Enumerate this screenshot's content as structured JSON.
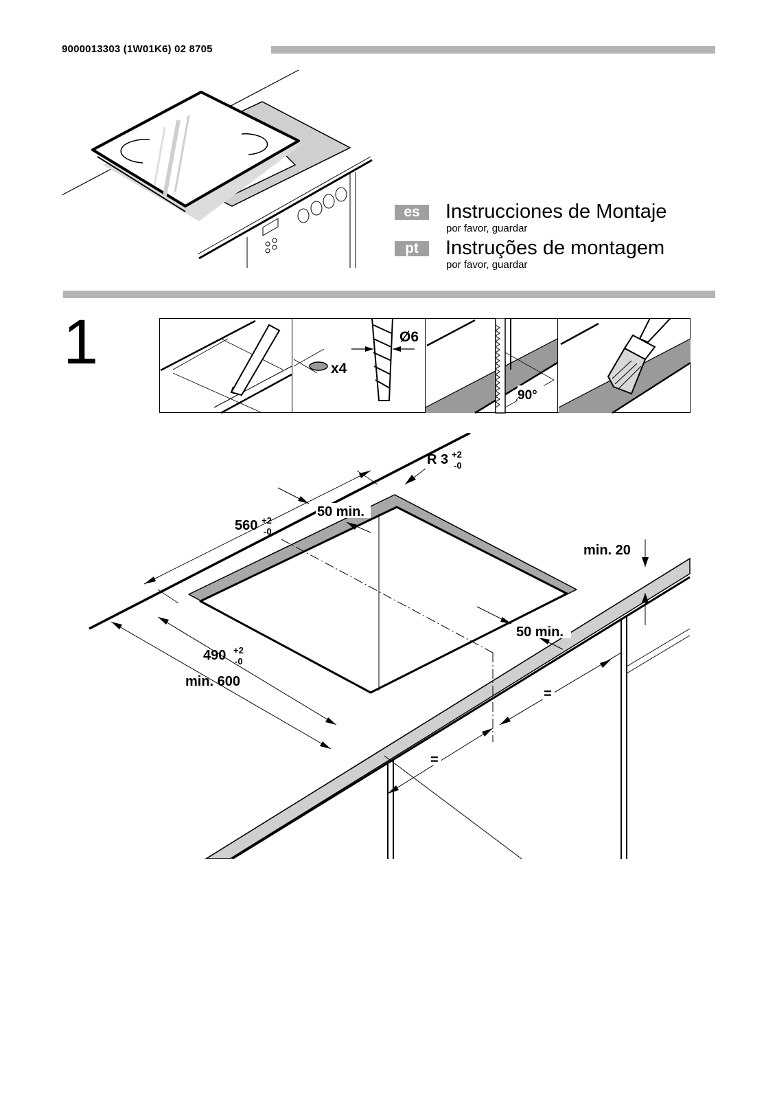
{
  "header": {
    "doc_code": "9000013303 (1W01K6) 02  8705"
  },
  "languages": [
    {
      "code": "es",
      "title": "Instrucciones de Montaje",
      "subtitle": "por favor, guardar"
    },
    {
      "code": "pt",
      "title": "Instruções de montagem",
      "subtitle": "por favor, guardar"
    }
  ],
  "step": {
    "number": "1",
    "tools": {
      "drill_diameter": "Ø6",
      "hole_count": "x4",
      "saw_angle": "90°"
    }
  },
  "dimensions": {
    "corner_radius": "R 3",
    "corner_radius_tol_plus": "+2",
    "corner_radius_tol_minus": "-0",
    "width": "560",
    "width_tol_plus": "+2",
    "width_tol_minus": "-0",
    "depth": "490",
    "depth_tol_plus": "+2",
    "depth_tol_minus": "-0",
    "min_back_margin": "50 min.",
    "min_side_margin": "50 min.",
    "min_thickness": "min. 20",
    "min_worktop_depth": "min. 600",
    "equal_left": "=",
    "equal_right": "="
  }
}
